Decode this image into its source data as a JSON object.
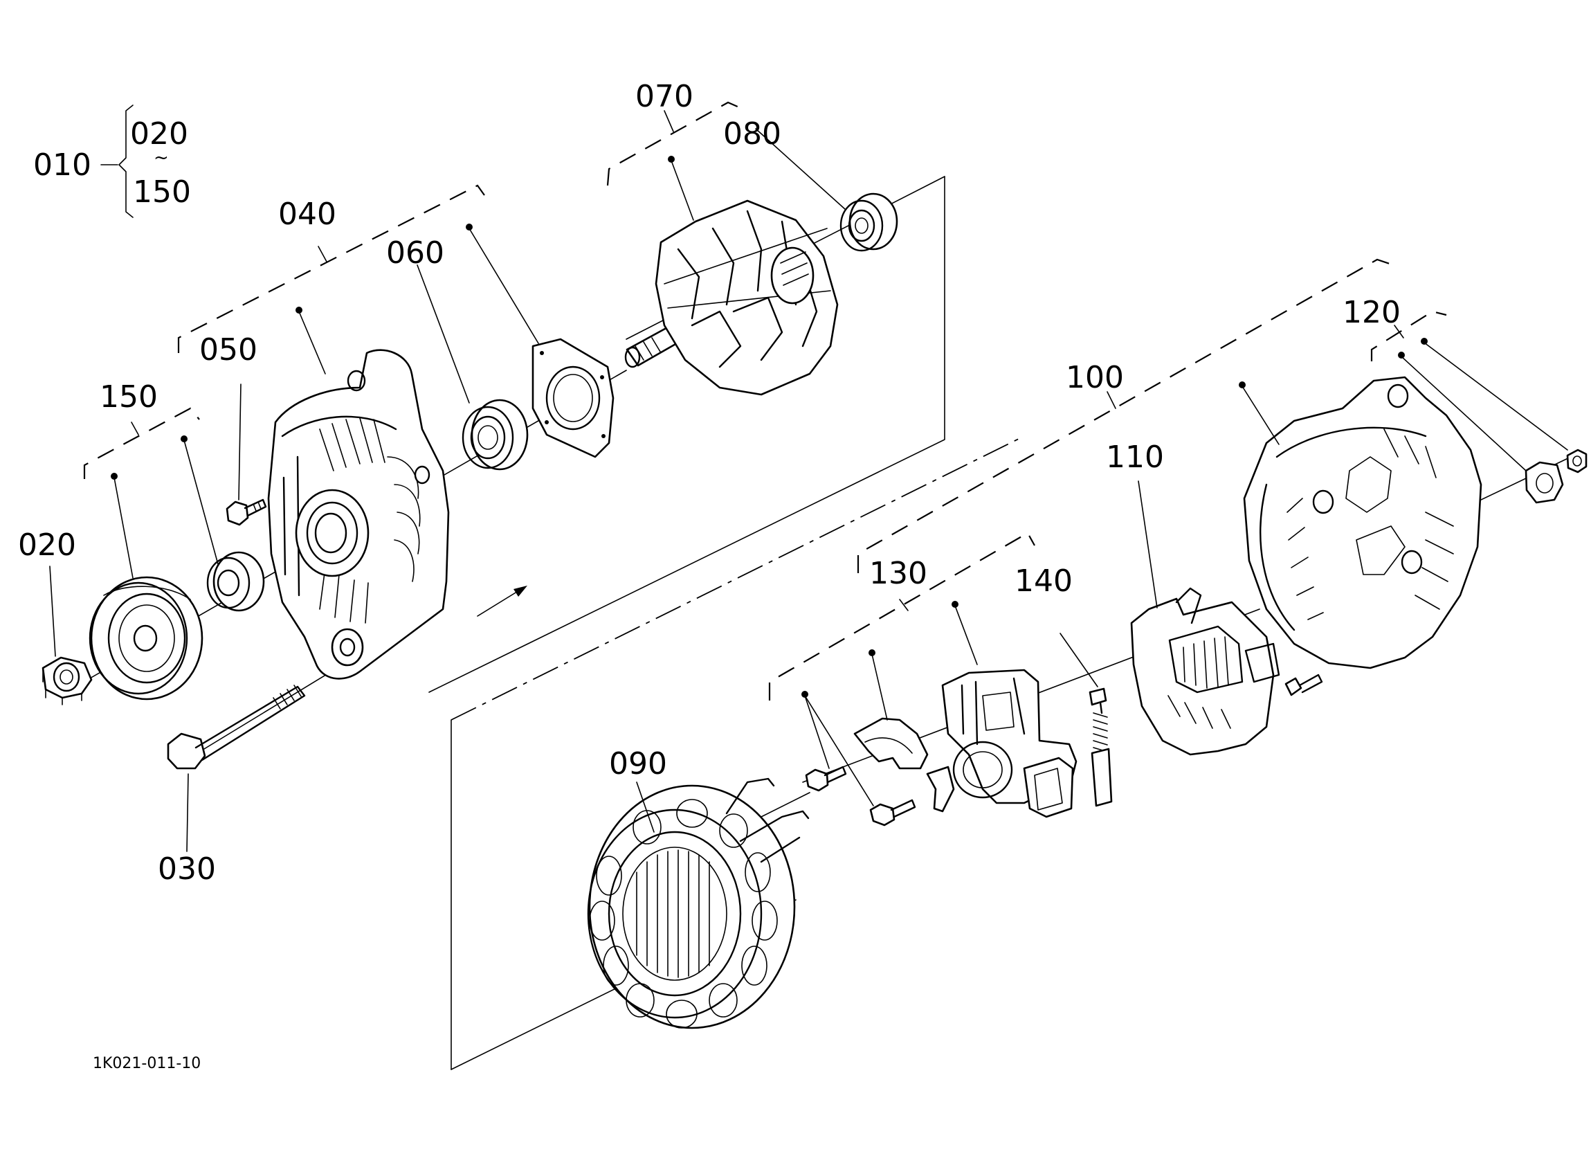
{
  "figure_code": "1K021-011-10",
  "assembly_note": {
    "parent": "010",
    "range_from": "020",
    "range_sep": "~",
    "range_to": "150"
  },
  "callouts": {
    "p020": "020",
    "p030": "030",
    "p040": "040",
    "p050": "050",
    "p060": "060",
    "p070": "070",
    "p080": "080",
    "p090": "090",
    "p100": "100",
    "p110": "110",
    "p120": "120",
    "p130": "130",
    "p140": "140",
    "p150": "150"
  }
}
